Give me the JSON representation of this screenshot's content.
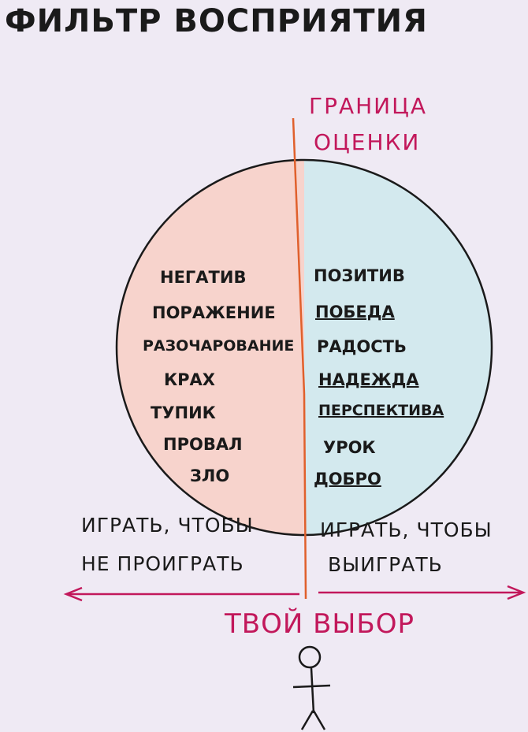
{
  "title": "ФИЛЬТР ВОСПРИЯТИЯ",
  "boundary": {
    "line1": "ГРАНИЦА",
    "line2": "ОЦЕНКИ"
  },
  "left_words": [
    "НЕГАТИВ",
    "ПОРАЖЕНИЕ",
    "РАЗОЧАРОВАНИЕ",
    "КРАХ",
    "ТУПИК",
    "ПРОВАЛ",
    "ЗЛО"
  ],
  "right_words": [
    "ПОЗИТИВ",
    "ПОБЕДА",
    "РАДОСТЬ",
    "НАДЕЖДА",
    "ПЕРСПЕКТИВА",
    "УРОК",
    "ДОБРО"
  ],
  "left_phrase": {
    "line1": "ИГРАТЬ, ЧТОБЫ",
    "line2": "НЕ ПРОИГРАТЬ"
  },
  "right_phrase": {
    "line1": "ИГРАТЬ, ЧТОБЫ",
    "line2": "ВЫИГРАТЬ"
  },
  "choice_label": "ТВОЙ ВЫБОР",
  "colors": {
    "left_fill": "#f7d3cc",
    "right_fill": "#d3e9ee",
    "divider": "#e0602c",
    "accent": "#c2185b",
    "ink": "#1a1a1a"
  }
}
